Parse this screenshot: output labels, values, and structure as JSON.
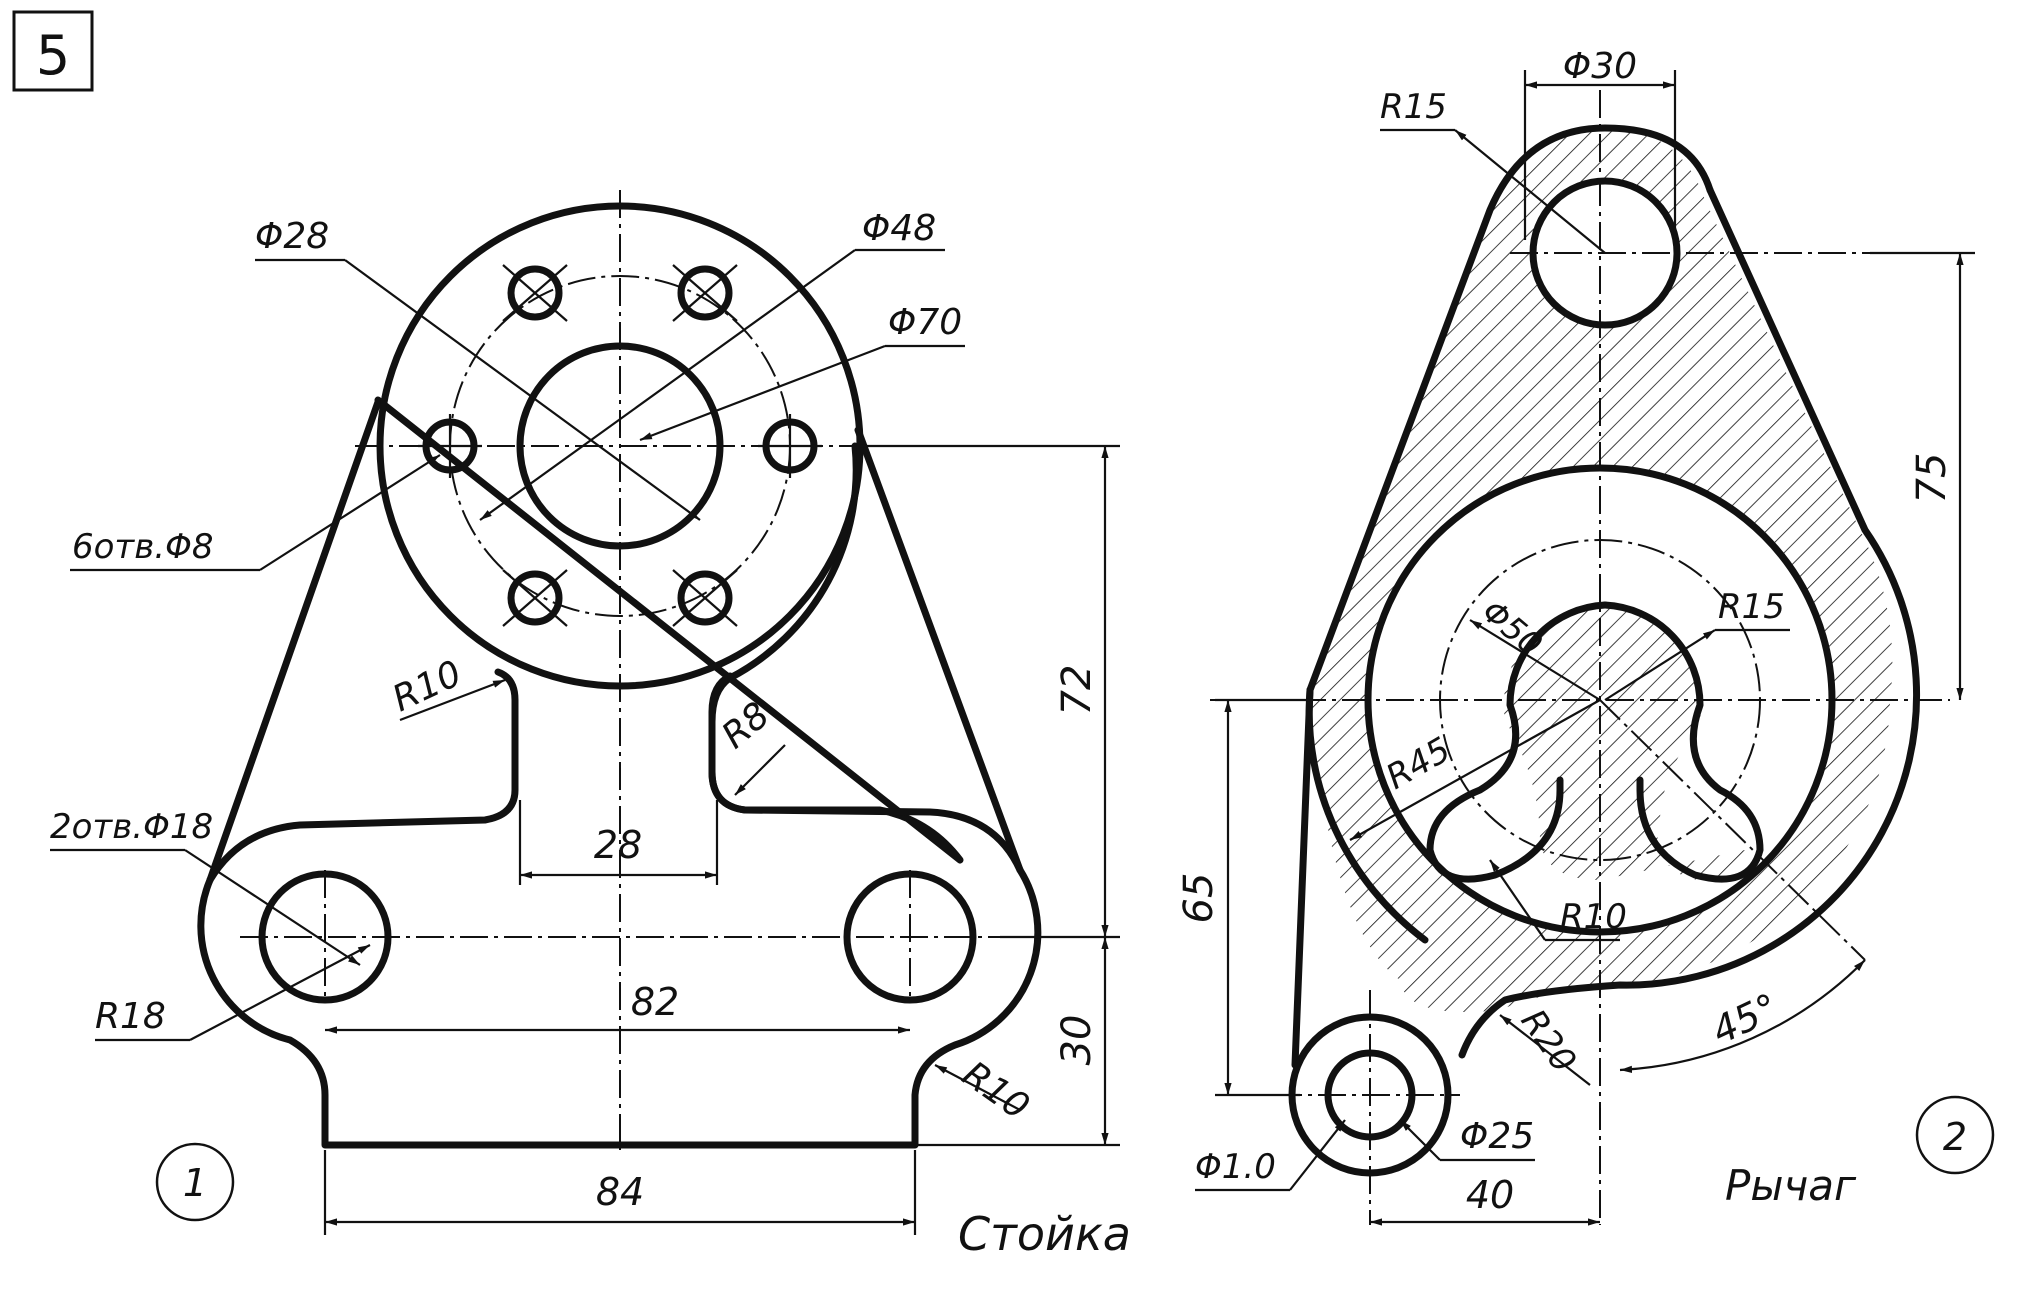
{
  "sheet": {
    "number": "5"
  },
  "part1": {
    "index": "1",
    "name": "Стойка",
    "dims": {
      "d28": "Φ28",
      "d48": "Φ48",
      "d70": "Φ70",
      "holes6": "6отв.Φ8",
      "r10_top": "R10",
      "r8": "R8",
      "holes2": "2отв.Φ18",
      "w28": "28",
      "h72": "72",
      "r18": "R18",
      "w82": "82",
      "h30": "30",
      "r10_bottom": "R10",
      "w84": "84"
    }
  },
  "part2": {
    "index": "2",
    "name": "Рычаг",
    "dims": {
      "d30": "Φ30",
      "r15_top": "R15",
      "h75": "75",
      "d50": "Φ50",
      "r15_inner": "R15",
      "r45": "R45",
      "r10": "R10",
      "h65": "65",
      "angle45": "45°",
      "r20": "R20",
      "d25": "Φ25",
      "d10": "Φ1.0",
      "w40": "40"
    }
  }
}
